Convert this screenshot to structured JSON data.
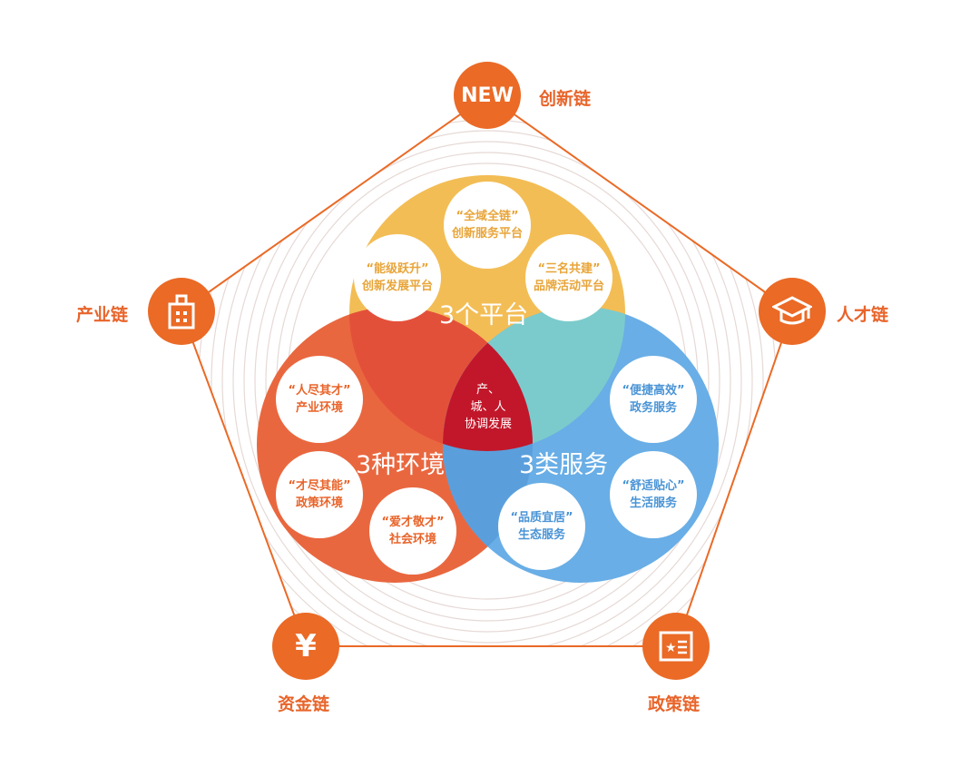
{
  "chains": {
    "innovation": {
      "label": "创新链",
      "icon_text": "NEW"
    },
    "talent": {
      "label": "人才链",
      "icon": "graduation-cap-icon"
    },
    "policy": {
      "label": "政策链",
      "icon": "document-star-icon"
    },
    "capital": {
      "label": "资金链",
      "icon": "yuan-icon"
    },
    "industry": {
      "label": "产业链",
      "icon": "building-icon"
    }
  },
  "platforms": {
    "title": "3个平台",
    "items": [
      {
        "quote": "“全域全链”",
        "name": "创新服务平台"
      },
      {
        "quote": "“能级跃升”",
        "name": "创新发展平台"
      },
      {
        "quote": "“三名共建”",
        "name": "品牌活动平台"
      }
    ]
  },
  "environments": {
    "title": "3种环境",
    "items": [
      {
        "quote": "“人尽其才”",
        "name": "产业环境"
      },
      {
        "quote": "“才尽其能”",
        "name": "政策环境"
      },
      {
        "quote": "“爱才敬才”",
        "name": "社会环境"
      }
    ]
  },
  "services": {
    "title": "3类服务",
    "items": [
      {
        "quote": "“便捷高效”",
        "name": "政务服务"
      },
      {
        "quote": "“舒适贴心”",
        "name": "生活服务"
      },
      {
        "quote": "“品质宜居”",
        "name": "生态服务"
      }
    ]
  },
  "core": {
    "line1": "产、",
    "line2": "城、人",
    "line3": "协调发展"
  },
  "colors": {
    "accent": "#ea6a26",
    "yellow": "#f3bd55",
    "red": "#e9673f",
    "blue": "#69aee6",
    "teal": "#7ccbcc",
    "core": "#c2172a"
  }
}
